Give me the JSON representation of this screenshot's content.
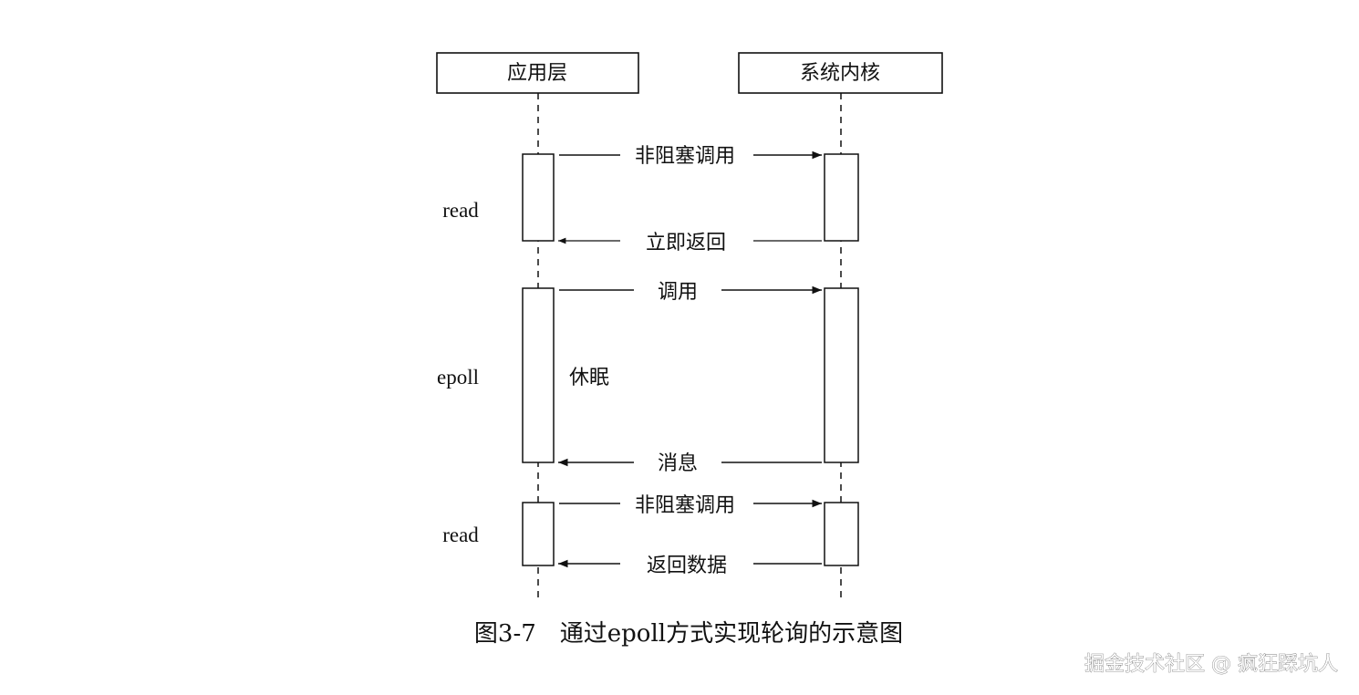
{
  "lifelines": {
    "app": "应用层",
    "kernel": "系统内核"
  },
  "phases": [
    {
      "label": "read"
    },
    {
      "label": "epoll"
    },
    {
      "label": "read"
    }
  ],
  "messages": [
    {
      "text": "非阻塞调用",
      "direction": "right"
    },
    {
      "text": "立即返回",
      "direction": "left"
    },
    {
      "text": "调用",
      "direction": "right"
    },
    {
      "text": "消息",
      "direction": "left"
    },
    {
      "text": "非阻塞调用",
      "direction": "right"
    },
    {
      "text": "返回数据",
      "direction": "left"
    }
  ],
  "notes": {
    "sleep": "休眠"
  },
  "caption": "图3-7　通过epoll方式实现轮询的示意图",
  "watermark": "掘金技术社区 @ 疯狂踩坑人"
}
